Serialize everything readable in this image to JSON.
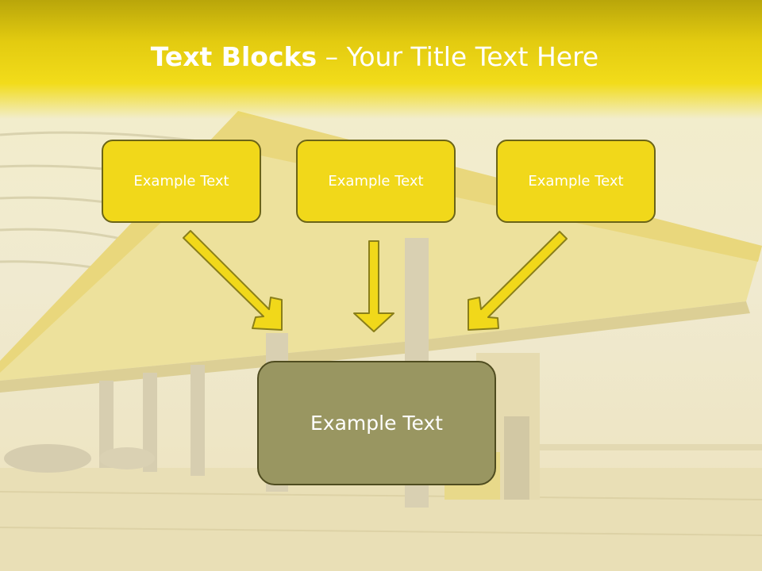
{
  "title": {
    "bold": "Text Blocks",
    "separator": " – ",
    "rest": "Your Title Text Here"
  },
  "blocks": [
    {
      "label": "Example Text"
    },
    {
      "label": "Example Text"
    },
    {
      "label": "Example Text"
    }
  ],
  "main_block": {
    "label": "Example Text"
  },
  "colors": {
    "title_band": "#e3cb10",
    "block_fill": "#f1d81a",
    "block_border": "#6b6418",
    "main_fill": "#999661",
    "arrow_fill": "#f1d81a"
  }
}
